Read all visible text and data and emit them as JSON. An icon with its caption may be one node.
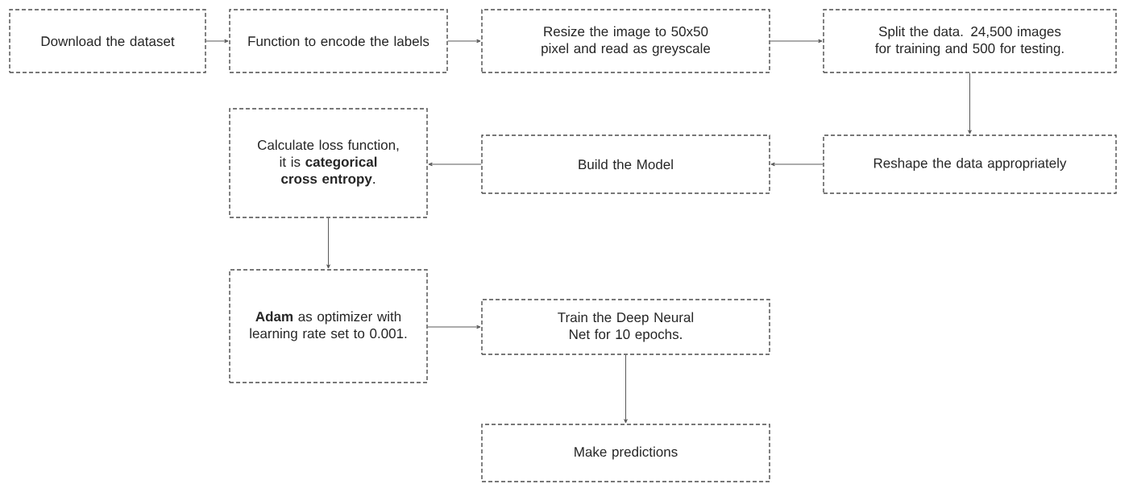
{
  "diagram": {
    "nodes": [
      {
        "text": [
          "Download the dataset"
        ]
      },
      {
        "text": [
          "Function to encode the labels"
        ]
      },
      {
        "text": [
          "Resize the image to 50x50 pixel and read as greyscale"
        ]
      },
      {
        "text": [
          "Split the data. 24,500 images for training and 500 for testing."
        ]
      },
      {
        "text": [
          "Reshape the data appropriately"
        ]
      },
      {
        "text": [
          "Build the Model"
        ]
      },
      {
        "text": [
          "Calculate loss function, it is **categorical cross entropy**."
        ]
      },
      {
        "text": [
          "**Adam** as optimizer with learning rate set to 0.001."
        ]
      },
      {
        "text": [
          "Train the Deep Neural Net for 10 epochs."
        ]
      },
      {
        "text": [
          "Make predictions"
        ]
      }
    ],
    "edges": [
      {
        "from": 0,
        "to": 1,
        "arrow": "to"
      },
      {
        "from": 1,
        "to": 2,
        "arrow": "to"
      },
      {
        "from": 2,
        "to": 3,
        "arrow": "to"
      },
      {
        "from": 3,
        "to": 4,
        "arrow": "to"
      },
      {
        "from": 4,
        "to": 5,
        "arrow": "to"
      },
      {
        "from": 5,
        "to": 6,
        "arrow": "to"
      },
      {
        "from": 6,
        "to": 7,
        "arrow": "to"
      },
      {
        "from": 7,
        "to": 8,
        "arrow": "to"
      },
      {
        "from": 8,
        "to": 9,
        "arrow": "to"
      }
    ]
  }
}
